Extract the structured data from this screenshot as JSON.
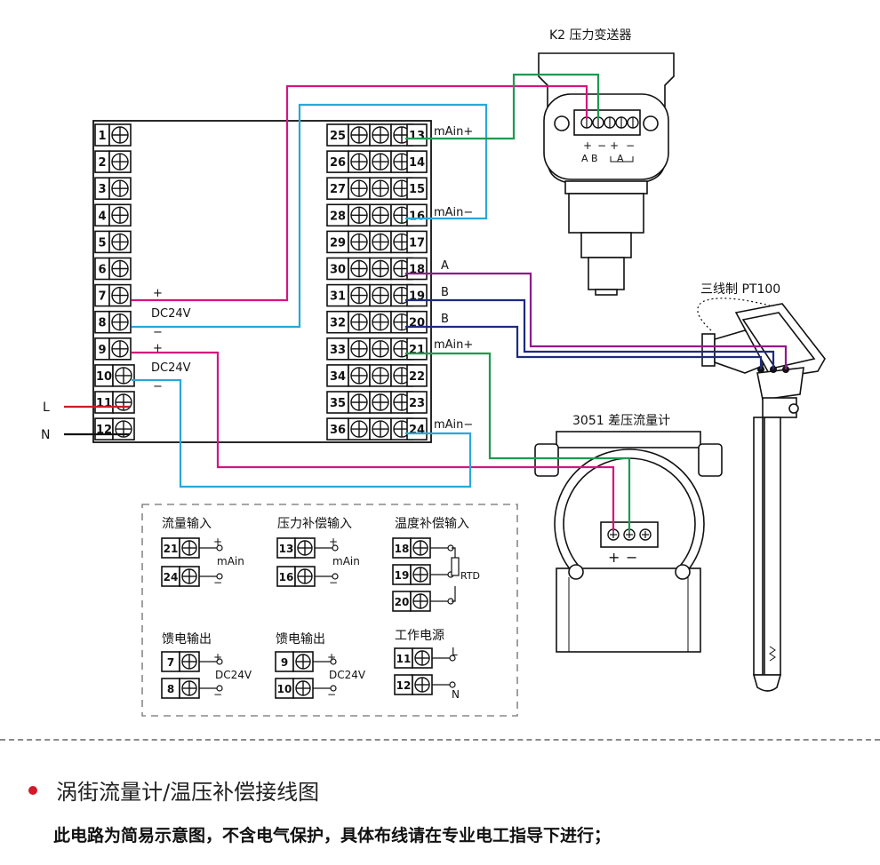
{
  "colors": {
    "magenta": "#d4157f",
    "cyan": "#2aa7d9",
    "green": "#1f9a4f",
    "purple": "#8e1a8a",
    "navy": "#1d2a84",
    "red": "#d1192a",
    "black": "#111111"
  },
  "labels": {
    "k2_title": "K2 压力变送器",
    "pt100_title": "三线制 PT100",
    "flow_title": "3051 差压流量计",
    "mA_plus": "mAin+",
    "mA_minus": "mAin−",
    "A": "A",
    "B": "B",
    "dc24v": "DC24V",
    "plus": "+",
    "minus": "−",
    "L": "L",
    "N": "N",
    "k2_ab": "A  B",
    "k2_a2": "A",
    "legend_flow": "流量输入",
    "legend_pressure": "压力补偿输入",
    "legend_temp": "温度补偿输入",
    "legend_feed1": "馈电输出",
    "legend_feed2": "馈电输出",
    "legend_power": "工作电源",
    "mAin": "mAin",
    "rtd": "RTD"
  },
  "terminals_left": [
    "1",
    "2",
    "3",
    "4",
    "5",
    "6",
    "7",
    "8",
    "9",
    "10",
    "11",
    "12"
  ],
  "terminals_right_a": [
    "25",
    "26",
    "27",
    "28",
    "29",
    "30",
    "31",
    "32",
    "33",
    "34",
    "35",
    "36"
  ],
  "terminals_right_b": [
    "13",
    "14",
    "15",
    "16",
    "17",
    "18",
    "19",
    "20",
    "21",
    "22",
    "23",
    "24"
  ],
  "legend_terms": {
    "flow": [
      "21",
      "24"
    ],
    "pressure": [
      "13",
      "16"
    ],
    "temp": [
      "18",
      "19",
      "20"
    ],
    "feed1": [
      "7",
      "8"
    ],
    "feed2": [
      "9",
      "10"
    ],
    "power": [
      "11",
      "12"
    ]
  },
  "caption": {
    "title": "涡街流量计/温压补偿接线图",
    "note": "此电路为简易示意图，不含电气保护，具体布线请在专业电工指导下进行；"
  }
}
